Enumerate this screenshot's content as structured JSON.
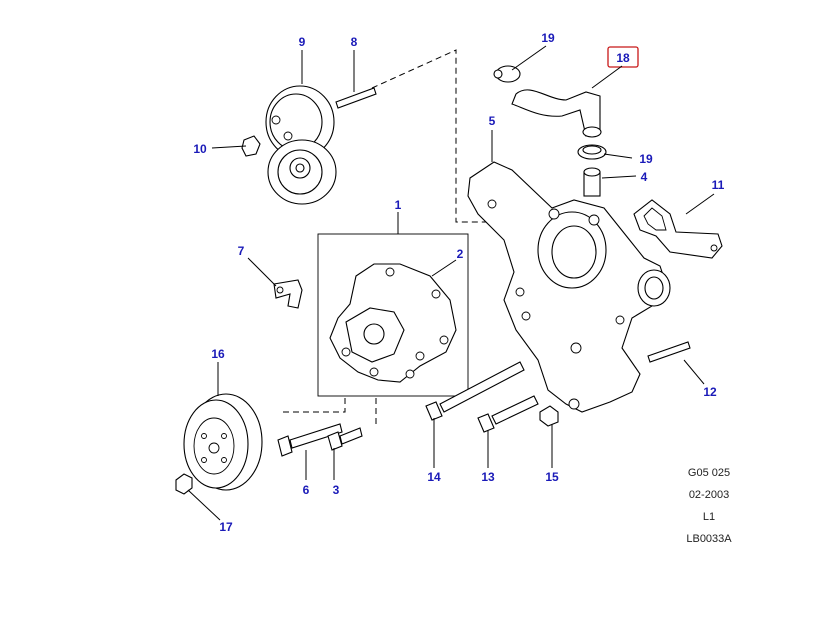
{
  "diagram": {
    "highlight_color": "#c81818",
    "callout_color": "#1a1ab8",
    "callouts": [
      {
        "id": "c1",
        "label": "1"
      },
      {
        "id": "c2",
        "label": "2"
      },
      {
        "id": "c3",
        "label": "3"
      },
      {
        "id": "c4",
        "label": "4"
      },
      {
        "id": "c5",
        "label": "5"
      },
      {
        "id": "c6",
        "label": "6"
      },
      {
        "id": "c7",
        "label": "7"
      },
      {
        "id": "c8",
        "label": "8"
      },
      {
        "id": "c9",
        "label": "9"
      },
      {
        "id": "c10",
        "label": "10"
      },
      {
        "id": "c11",
        "label": "11"
      },
      {
        "id": "c12",
        "label": "12"
      },
      {
        "id": "c13",
        "label": "13"
      },
      {
        "id": "c14",
        "label": "14"
      },
      {
        "id": "c15",
        "label": "15"
      },
      {
        "id": "c16",
        "label": "16"
      },
      {
        "id": "c17",
        "label": "17"
      },
      {
        "id": "c18",
        "label": "18",
        "highlighted": true
      },
      {
        "id": "c19a",
        "label": "19"
      },
      {
        "id": "c19b",
        "label": "19"
      }
    ]
  },
  "reference": {
    "figure_code": "G05 025",
    "date": "02-2003",
    "level": "L1",
    "drawing_number": "LB0033A"
  }
}
